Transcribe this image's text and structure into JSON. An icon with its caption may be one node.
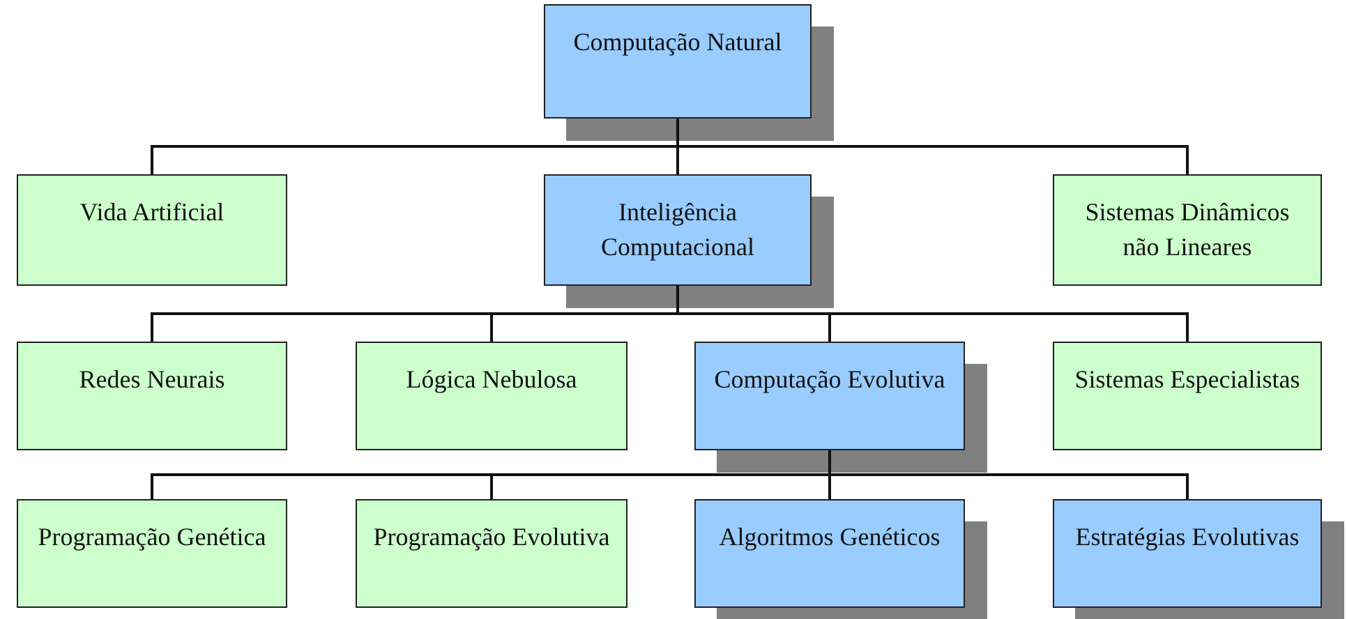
{
  "diagram": {
    "nodes": [
      {
        "text": [
          "Computação Natural"
        ]
      },
      {
        "text": [
          "Vida Artificial"
        ]
      },
      {
        "text": [
          "Inteligência Computacional"
        ]
      },
      {
        "text": [
          "Sistemas Dinâmicos não Lineares"
        ]
      },
      {
        "text": [
          "Redes Neurais"
        ]
      },
      {
        "text": [
          "Lógica Nebulosa"
        ]
      },
      {
        "text": [
          "Computação Evolutiva"
        ]
      },
      {
        "text": [
          "Sistemas Especialistas"
        ]
      },
      {
        "text": [
          "Programação Genética"
        ]
      },
      {
        "text": [
          "Programação Evolutiva"
        ]
      },
      {
        "text": [
          "Algoritmos Genéticos"
        ]
      },
      {
        "text": [
          "Estratégias Evolutivas"
        ]
      }
    ],
    "edges": [
      {
        "from": 0,
        "to": 1,
        "arrow": "none"
      },
      {
        "from": 0,
        "to": 2,
        "arrow": "none"
      },
      {
        "from": 0,
        "to": 3,
        "arrow": "none"
      },
      {
        "from": 2,
        "to": 4,
        "arrow": "none"
      },
      {
        "from": 2,
        "to": 5,
        "arrow": "none"
      },
      {
        "from": 2,
        "to": 6,
        "arrow": "none"
      },
      {
        "from": 2,
        "to": 7,
        "arrow": "none"
      },
      {
        "from": 6,
        "to": 8,
        "arrow": "none"
      },
      {
        "from": 6,
        "to": 9,
        "arrow": "none"
      },
      {
        "from": 6,
        "to": 10,
        "arrow": "none"
      },
      {
        "from": 6,
        "to": 11,
        "arrow": "none"
      }
    ]
  }
}
